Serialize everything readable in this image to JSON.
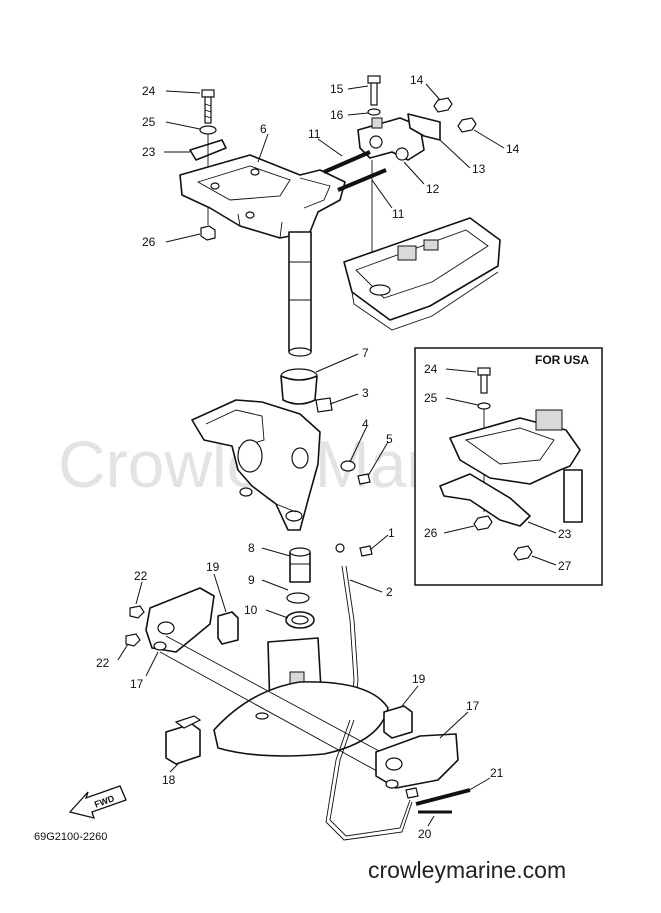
{
  "watermark": "Crowley Marine",
  "inset_title": "FOR USA",
  "diagram_code": "69G2100-2260",
  "direction_badge": "FWD",
  "website": "crowleymarine.com",
  "callouts": {
    "c1": "1",
    "c2": "2",
    "c3": "3",
    "c4": "4",
    "c5": "5",
    "c6": "6",
    "c7": "7",
    "c8": "8",
    "c9": "9",
    "c10": "10",
    "c11a": "11",
    "c11b": "11",
    "c12": "12",
    "c13": "13",
    "c14a": "14",
    "c14b": "14",
    "c15": "15",
    "c16": "16",
    "c17a": "17",
    "c17b": "17",
    "c18": "18",
    "c19a": "19",
    "c19b": "19",
    "c20": "20",
    "c21": "21",
    "c22a": "22",
    "c22b": "22",
    "c23": "23",
    "c24": "24",
    "c25": "25",
    "c26": "26",
    "i24": "24",
    "i25": "25",
    "i26": "26",
    "i23": "23",
    "i27": "27"
  }
}
